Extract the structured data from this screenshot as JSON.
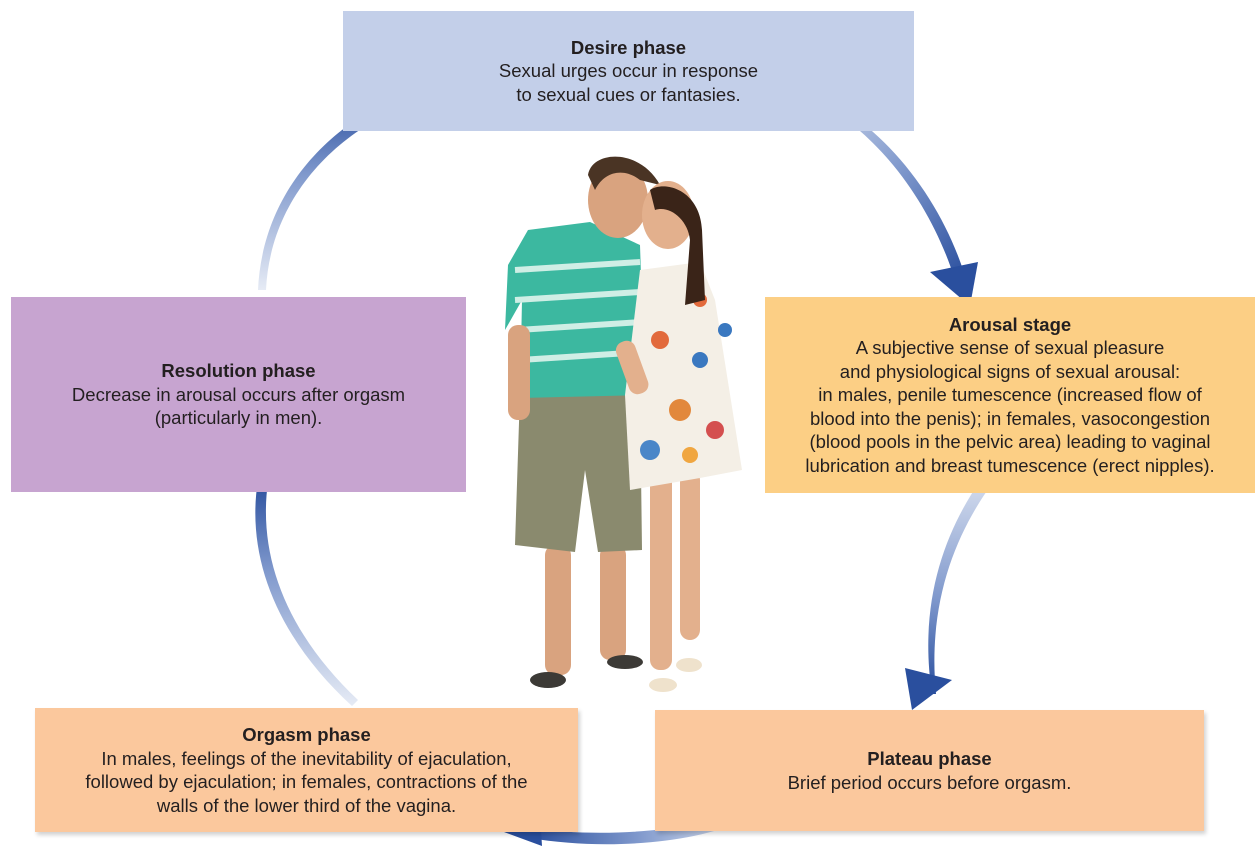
{
  "phases": {
    "desire": {
      "title": "Desire phase",
      "lines": [
        "Sexual urges occur in response",
        "to sexual cues or fantasies."
      ],
      "color": "#c3cfe9"
    },
    "arousal": {
      "title": "Arousal stage",
      "lines": [
        "A subjective sense of sexual pleasure",
        "and physiological signs of sexual arousal:",
        "in males, penile tumescence (increased flow of",
        "blood into the penis); in females, vasocongestion",
        "(blood pools in the pelvic area) leading to vaginal",
        "lubrication and breast tumescence (erect nipples)."
      ],
      "color": "#fccf85"
    },
    "plateau": {
      "title": "Plateau phase",
      "lines": [
        "Brief period occurs before orgasm."
      ],
      "color": "#fbc89d"
    },
    "orgasm": {
      "title": "Orgasm phase",
      "lines": [
        "In males, feelings of the inevitability of ejaculation,",
        "followed by ejaculation; in females, contractions of the",
        "walls of the lower third of the vagina."
      ],
      "color": "#fbc89d"
    },
    "resolution": {
      "title": "Resolution phase",
      "lines": [
        "Decrease in arousal occurs after orgasm",
        "(particularly in men)."
      ],
      "color": "#c7a4d0"
    }
  },
  "arrow_color": "#2e5aa8",
  "photo": {
    "subject": "couple-kissing",
    "shirt_color": "#3cb8a0",
    "shorts_color": "#8a8a6e",
    "dress_color": "#f4efe6"
  }
}
